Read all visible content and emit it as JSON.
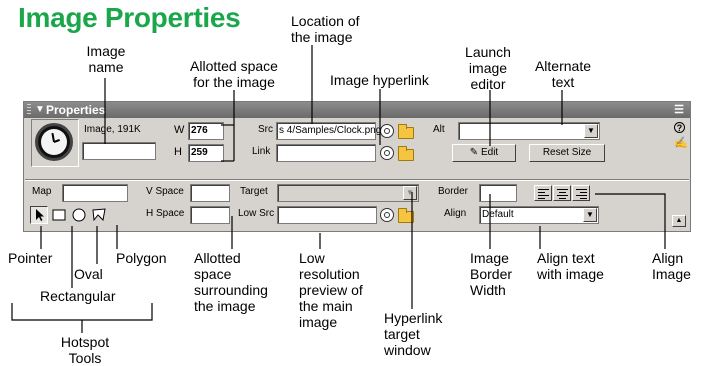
{
  "title": "Image Properties",
  "callouts": {
    "image_name": [
      "Image",
      "name"
    ],
    "allotted_space": [
      "Allotted space",
      "for the image"
    ],
    "location": [
      "Location of",
      "the image"
    ],
    "image_hyperlink": "Image hyperlink",
    "launch_editor": [
      "Launch",
      "image",
      "editor"
    ],
    "alternate_text": [
      "Alternate",
      "text"
    ],
    "pointer": "Pointer",
    "oval": "Oval",
    "polygon": "Polygon",
    "rectangular": "Rectangular",
    "hotspot_tools": [
      "Hotspot",
      "Tools"
    ],
    "allotted_surrounding": [
      "Allotted",
      "space",
      "surrounding",
      "the image"
    ],
    "low_res": [
      "Low",
      "resolution",
      "preview of",
      "the main",
      "image"
    ],
    "hyperlink_target": [
      "Hyperlink",
      "target",
      "window"
    ],
    "border_width": [
      "Image",
      "Border",
      "Width"
    ],
    "align_text": [
      "Align text",
      "with image"
    ],
    "align_image": [
      "Align",
      "Image"
    ]
  },
  "panel": {
    "title": "Properties",
    "image_info": "Image, 191K",
    "name_value": "",
    "w_label": "W",
    "w_value": "276",
    "h_label": "H",
    "h_value": "259",
    "src_label": "Src",
    "src_value": "s 4/Samples/Clock.png",
    "link_label": "Link",
    "link_value": "",
    "alt_label": "Alt",
    "alt_value": "",
    "edit_label": "Edit",
    "reset_size_label": "Reset Size",
    "map_label": "Map",
    "map_value": "",
    "vspace_label": "V Space",
    "vspace_value": "",
    "hspace_label": "H Space",
    "hspace_value": "",
    "target_label": "Target",
    "target_value": "",
    "lowsrc_label": "Low Src",
    "lowsrc_value": "",
    "border_label": "Border",
    "border_value": "",
    "align_label": "Align",
    "align_value": "Default"
  },
  "colors": {
    "title": "#1aa64a",
    "panel_bg": "#d6d3ce",
    "titlebar": "#777777"
  }
}
